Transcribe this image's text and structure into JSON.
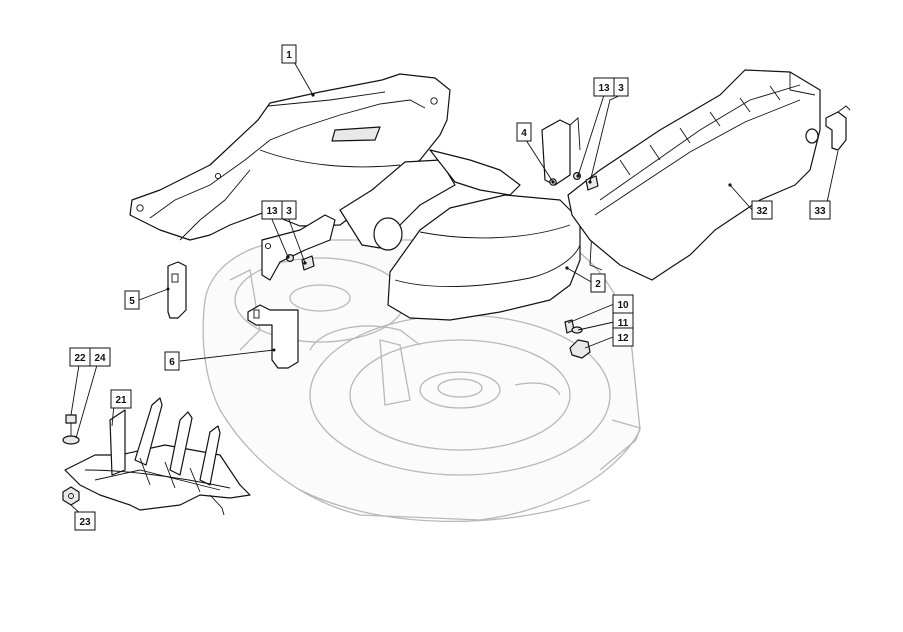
{
  "callouts": {
    "c1": "1",
    "c2": "2",
    "c3a": "3",
    "c3b": "3",
    "c4": "4",
    "c5": "5",
    "c6": "6",
    "c10": "10",
    "c11": "11",
    "c12": "12",
    "c13a": "13",
    "c13b": "13",
    "c21": "21",
    "c22": "22",
    "c23": "23",
    "c24": "24",
    "c32": "32",
    "c33": "33"
  },
  "colors": {
    "line": "#111111",
    "ghost_outline": "#b8b8b8",
    "shade": "#e9e9e9",
    "background": "#ffffff"
  }
}
